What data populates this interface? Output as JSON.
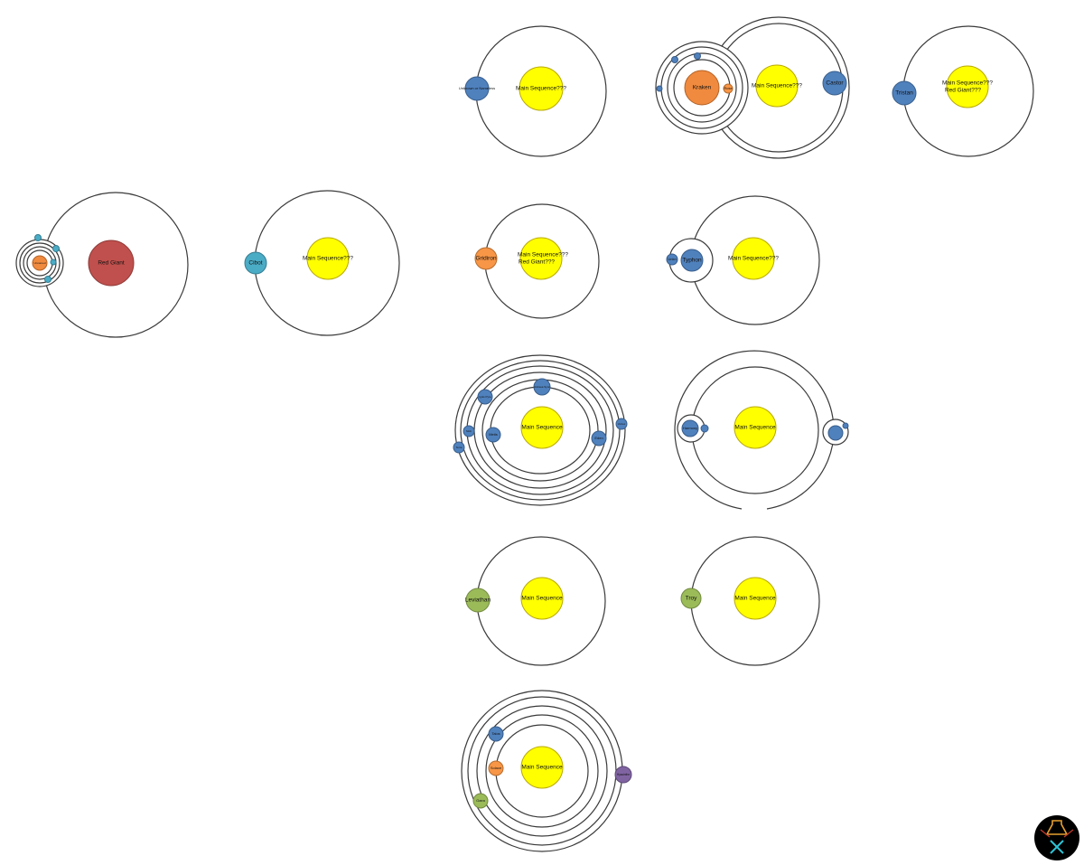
{
  "systems": {
    "s1": {
      "star": "Main Sequence???",
      "planet": "Unknown or Nameless"
    },
    "s2": {
      "star": "Main Sequence???",
      "inner_star": "Kraken",
      "inner_planet": "Rose",
      "planet": "Castor"
    },
    "s3": {
      "star_line1": "Main Sequence???",
      "star_line2": "Red Giant???",
      "planet": "Tristan"
    },
    "s4": {
      "star": "Red Giant",
      "inner_star": "Unnamed"
    },
    "s5": {
      "star": "Main Sequence???",
      "planet": "Cibot"
    },
    "s6": {
      "star_line1": "Main Sequence???",
      "star_line2": "Red Giant???",
      "planet": "Gridiron"
    },
    "s7": {
      "star": "Main Sequence???",
      "planet": "Typhon",
      "moon": "Unkn"
    },
    "s8": {
      "star": "Main Sequence",
      "planets": [
        "Metis",
        "Eden",
        "Astraea Sync",
        "Ignis Pyre",
        "Mob",
        "Vortex",
        "Terra"
      ]
    },
    "s9": {
      "star": "Main Sequence",
      "planet": "Harmony"
    },
    "s10": {
      "star": "Main Sequence",
      "planet": "Leviathan"
    },
    "s11": {
      "star": "Main Sequence",
      "planet": "Troy"
    },
    "s12": {
      "star": "Main Sequence",
      "planets": [
        "Talos",
        "Solace",
        "Gaea",
        "Hyacinthe"
      ]
    }
  },
  "colors": {
    "main_sequence": "#ffff00",
    "red_giant": "#c0504d",
    "blue_planet": "#4f81bd",
    "teal_planet": "#4bacc6",
    "orange_body": "#f79646",
    "green_planet": "#9bbb59",
    "purple_planet": "#8064a2"
  },
  "logo": {
    "icon": "lab-flask-logo"
  }
}
